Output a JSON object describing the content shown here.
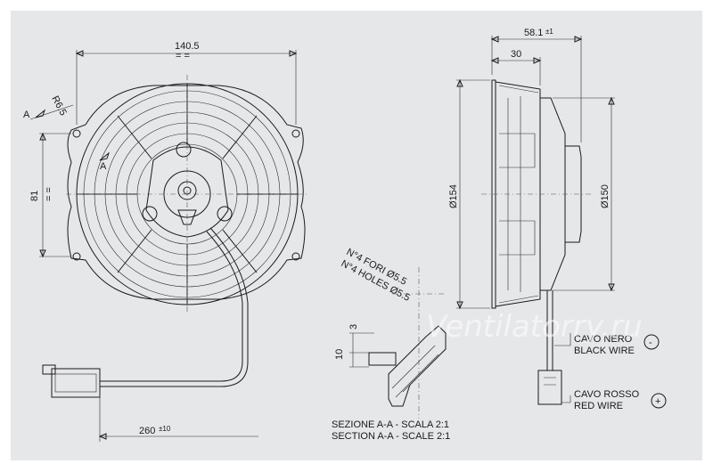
{
  "dimensions": {
    "width_label": "140.5",
    "width_sym": "= =",
    "radius_label": "R6.5",
    "section_mark": "A",
    "height_label": "81",
    "height_sym": "= =",
    "cable_label": "260",
    "cable_tol": "±10",
    "depth_total_label": "58.1",
    "depth_total_tol": "±1",
    "depth_partial_label": "30",
    "dia_outer_label": "Ø154",
    "dia_blade_label": "Ø150",
    "offset_3": "3",
    "offset_10": "10"
  },
  "holes": {
    "it": "N°4 FORI Ø5.5",
    "en": "N°4 HOLES Ø5.5"
  },
  "section": {
    "it": "SEZIONE A-A - SCALA 2:1",
    "en": "SECTION A-A - SCALE 2:1"
  },
  "wires": {
    "black_it": "CAVO NERO",
    "black_en": "BLACK WIRE",
    "black_sign": "-",
    "red_it": "CAVO ROSSO",
    "red_en": "RED WIRE",
    "red_sign": "+"
  },
  "watermark": "Ventilatorry.ru",
  "colors": {
    "sheet": "#e6e7e9",
    "line": "#1a1a1a"
  }
}
